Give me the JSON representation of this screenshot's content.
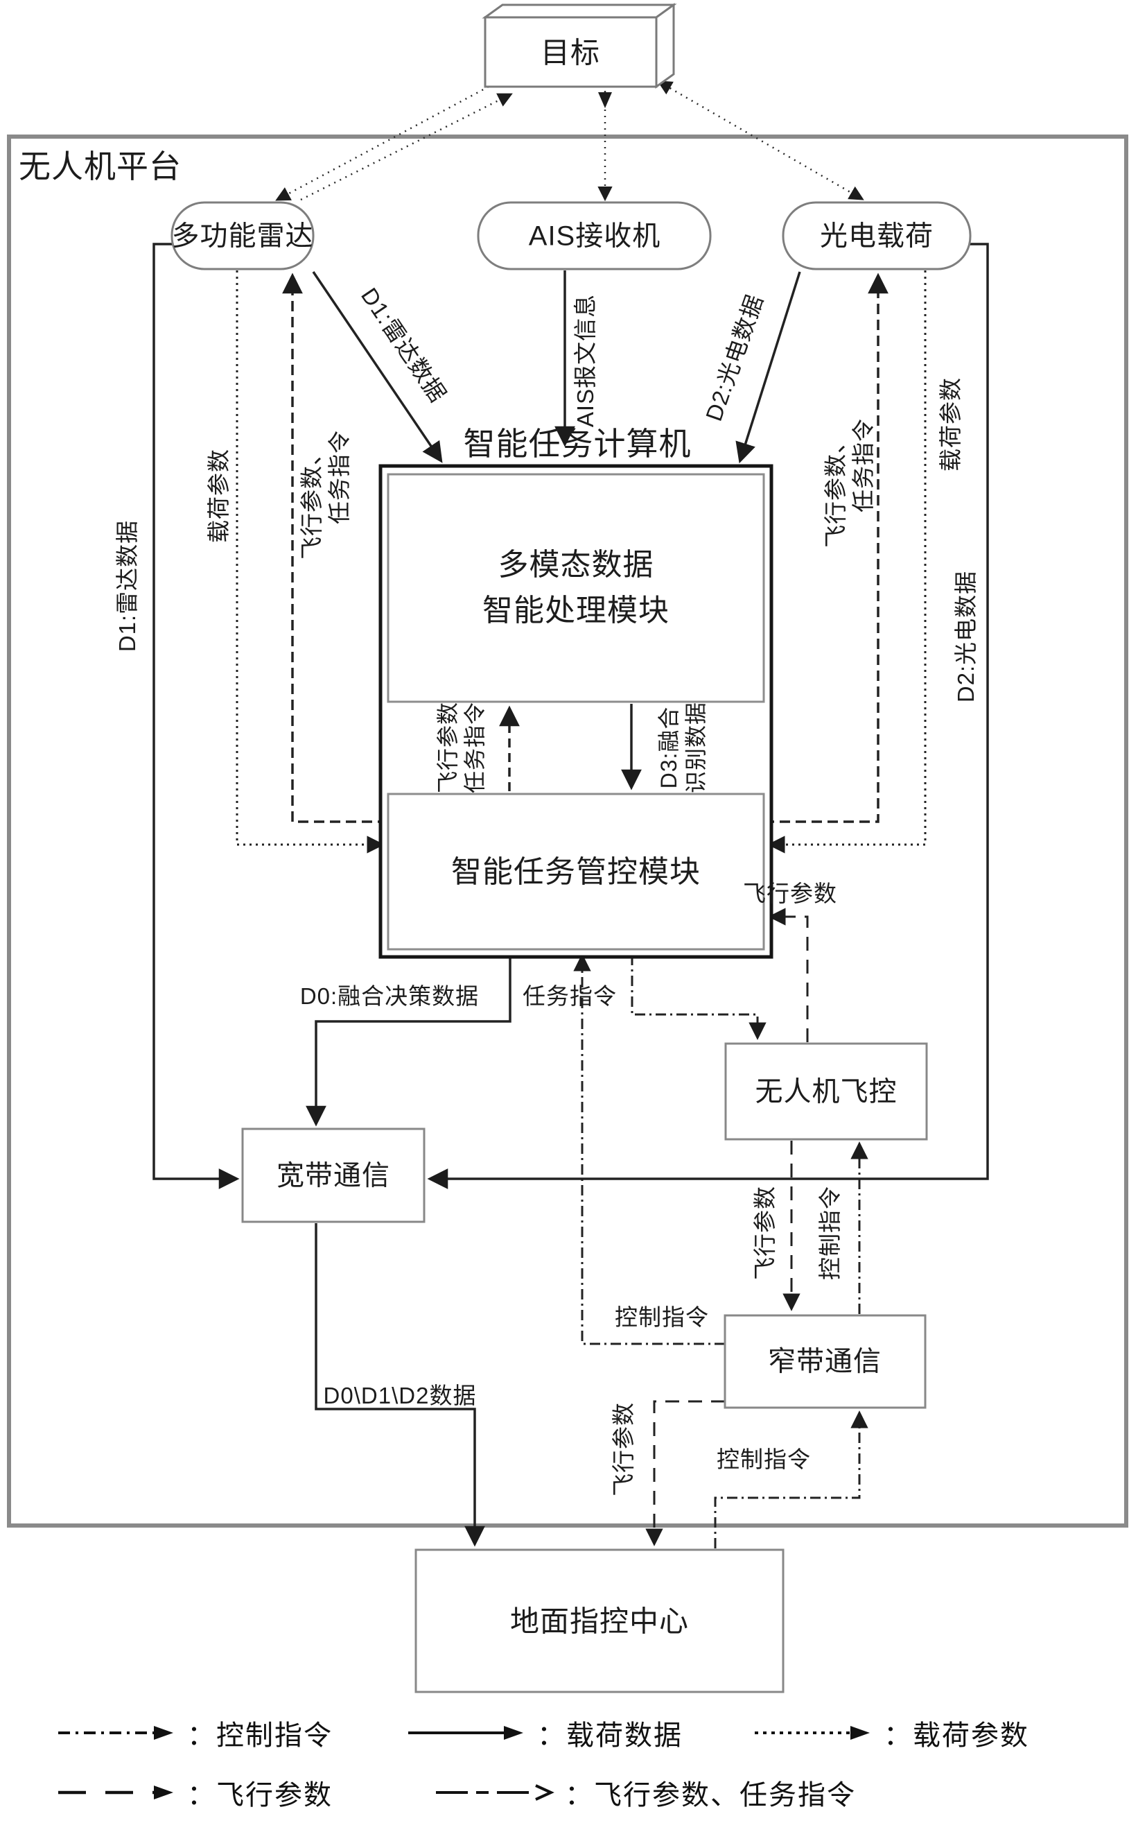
{
  "platform": {
    "title": "无人机平台"
  },
  "nodes": {
    "target": "目标",
    "radar": "多功能雷达",
    "ais": "AIS接收机",
    "eo": "光电载荷",
    "computer_title": "智能任务计算机",
    "processing": "多模态数据\n智能处理模块",
    "control": "智能任务管控模块",
    "fcs": "无人机飞控",
    "broadband": "宽带通信",
    "narrowband": "窄带通信",
    "ground": "地面指控中心"
  },
  "edge_labels": {
    "d1_radar_diag": "D1:雷达数据",
    "d2_eo_diag": "D2:光电数据",
    "ais_msg": "AIS报文信息",
    "payload_params_left": "载荷参数",
    "flight_task_left": "飞行参数、\n　　任务指令",
    "d1_radar_left": "D1:雷达数据",
    "flight_task_right": "飞行参数、\n　　任务指令",
    "payload_params_right": "载荷参数",
    "d2_eo_right": "D2:光电数据",
    "inner_up": "飞行参数\n任务指令",
    "inner_down": "D3:融合\n识别数据",
    "flight_params_fcs": "飞行参数",
    "d0_fused": "D0:融合决策数据",
    "task_cmd": "任务指令",
    "flight_params_nb": "飞行参数",
    "ctrl_cmd_nb_fcs": "控制指令",
    "ctrl_cmd_nb_mc": "控制指令",
    "d012_data": "D0\\D1\\D2数据",
    "flight_params_ground": "飞行参数",
    "ctrl_cmd_ground": "控制指令"
  },
  "legend": {
    "items": [
      {
        "style": "dash-dot",
        "label": "：控制指令"
      },
      {
        "style": "solid",
        "label": "：载荷数据"
      },
      {
        "style": "dotted",
        "label": "：载荷参数"
      },
      {
        "style": "long-dash",
        "label": "：飞行参数"
      },
      {
        "style": "mixed-dash",
        "label": "：飞行参数、任务指令"
      }
    ]
  },
  "colors": {
    "line": "#222222",
    "box_border": "#858585",
    "thick_border": "#151515",
    "platform_border": "#8a8a8a"
  }
}
